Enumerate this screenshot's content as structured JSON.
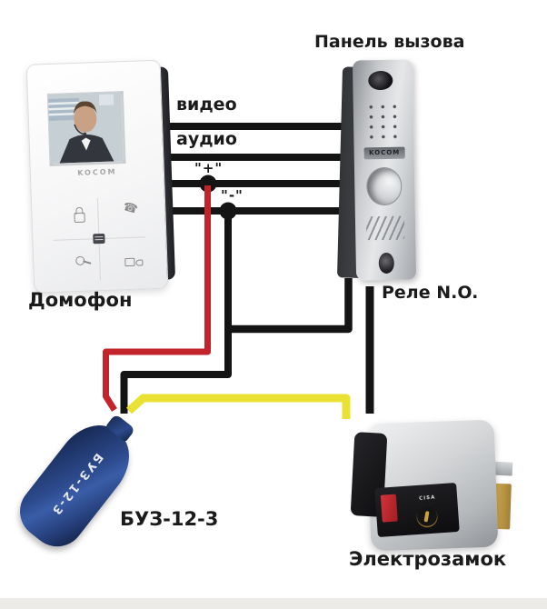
{
  "devices": {
    "monitor": {
      "label": "Домофон",
      "brand": "KOCOM"
    },
    "call_panel": {
      "label": "Панель вызова",
      "brand": "KOCOM"
    },
    "relay": {
      "label": "Реле N.O."
    },
    "buz": {
      "label": "БУЗ-12-3",
      "body_text": "БУЗ-12-3"
    },
    "lock": {
      "label": "Электрозамок",
      "brand": "CISA"
    }
  },
  "wires": {
    "video_label": "видео",
    "audio_label": "аудио",
    "plus_label": "\"+\"",
    "minus_label": "\"-\"",
    "signal_color": "#141414",
    "plus_wire_color": "#c3232b",
    "lock_wire_color": "#e9e235"
  },
  "colors": {
    "background": "#ffffff",
    "page_strip": "#edebe8",
    "buz_blue": "#2c4a8c",
    "lock_button_red": "#c8242b",
    "latch_brass": "#b8934a"
  }
}
